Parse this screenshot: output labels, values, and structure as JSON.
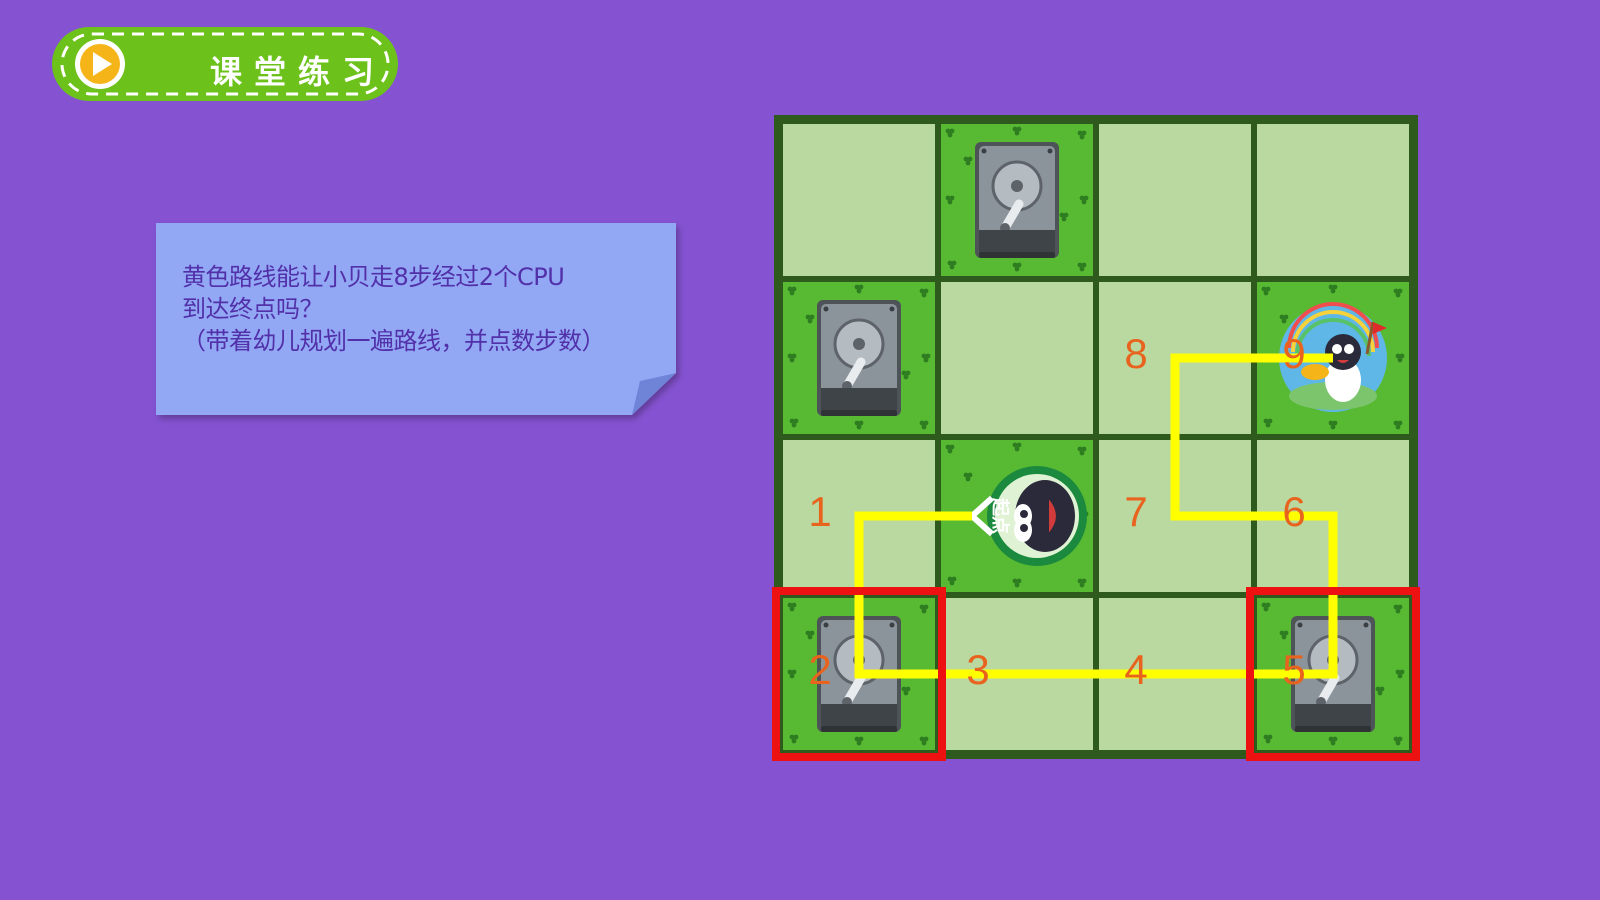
{
  "header": {
    "title": "课堂练习",
    "icon": "play-icon",
    "colors": {
      "fill": "#6cc21a",
      "border": "#ffffff"
    }
  },
  "prompt": {
    "lines": [
      "黄色路线能让小贝走8步经过2个CPU",
      "到达终点吗？",
      "（带着幼儿规划一遍路线，并点数步数）"
    ],
    "colors": {
      "note_bg": "#93a8f5",
      "text": "#5130a9"
    }
  },
  "board": {
    "rows": 4,
    "cols": 4,
    "tiles": [
      [
        "empty",
        "hard-drive",
        "empty",
        "empty"
      ],
      [
        "hard-drive",
        "empty",
        "empty",
        "finish"
      ],
      [
        "empty",
        "start",
        "empty",
        "empty"
      ],
      [
        "hard-drive",
        "empty",
        "empty",
        "hard-drive"
      ]
    ],
    "start": {
      "row": 2,
      "col": 1,
      "label": "起点",
      "facing": "left"
    },
    "finish": {
      "row": 1,
      "col": 3
    },
    "highlighted_cells": [
      {
        "row": 3,
        "col": 0
      },
      {
        "row": 3,
        "col": 3
      }
    ],
    "step_labels": [
      {
        "text": "1",
        "row": 2,
        "col": 0
      },
      {
        "text": "2",
        "row": 3,
        "col": 0
      },
      {
        "text": "3",
        "row": 3,
        "col": 1
      },
      {
        "text": "4",
        "row": 3,
        "col": 2
      },
      {
        "text": "5",
        "row": 3,
        "col": 3
      },
      {
        "text": "6",
        "row": 2,
        "col": 3
      },
      {
        "text": "7",
        "row": 2,
        "col": 2
      },
      {
        "text": "8",
        "row": 1,
        "col": 2
      },
      {
        "text": "9",
        "row": 1,
        "col": 3
      }
    ],
    "path_color": "#ffff00",
    "highlight_color": "#ee1111",
    "colors": {
      "frame": "#2e5a1e",
      "plain_tile": "#b9d9a1",
      "grass_tile": "#58b933",
      "step_number": "#e8641e"
    }
  }
}
